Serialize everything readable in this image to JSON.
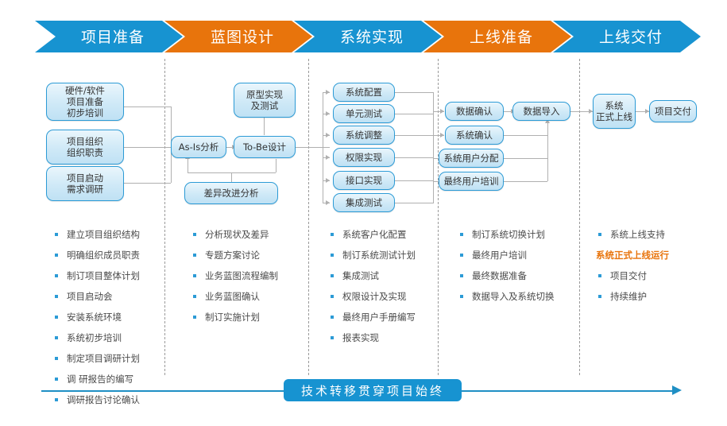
{
  "diagram": {
    "title_banner": "技术转移贯穿项目始终",
    "accent_blue": "#1793D1",
    "accent_orange": "#E8740C",
    "node_border": "#2C9BD6"
  },
  "phases": [
    {
      "label": "项目准备",
      "color": "blue"
    },
    {
      "label": "蓝图设计",
      "color": "orange"
    },
    {
      "label": "系统实现",
      "color": "blue"
    },
    {
      "label": "上线准备",
      "color": "orange"
    },
    {
      "label": "上线交付",
      "color": "blue"
    }
  ],
  "nodes": {
    "p1": [
      {
        "lines": [
          "硬件/软件",
          "项目准备",
          "初步培训"
        ]
      },
      {
        "lines": [
          "项目组织",
          "组织职责"
        ]
      },
      {
        "lines": [
          "项目启动",
          "需求调研"
        ]
      }
    ],
    "p2": [
      {
        "lines": [
          "原型实现",
          "及测试"
        ]
      },
      {
        "lines": [
          "As-Is分析"
        ]
      },
      {
        "lines": [
          "To-Be设计"
        ]
      },
      {
        "lines": [
          "差异改进分析"
        ]
      }
    ],
    "p3": [
      {
        "lines": [
          "系统配置"
        ]
      },
      {
        "lines": [
          "单元测试"
        ]
      },
      {
        "lines": [
          "系统调整"
        ]
      },
      {
        "lines": [
          "权限实现"
        ]
      },
      {
        "lines": [
          "接口实现"
        ]
      },
      {
        "lines": [
          "集成测试"
        ]
      }
    ],
    "p4": [
      {
        "lines": [
          "数据确认"
        ]
      },
      {
        "lines": [
          "系统确认"
        ]
      },
      {
        "lines": [
          "系统用户分配"
        ]
      },
      {
        "lines": [
          "最终用户培训"
        ]
      },
      {
        "lines": [
          "数据导入"
        ]
      }
    ],
    "p5": [
      {
        "lines": [
          "系统",
          "正式上线"
        ]
      },
      {
        "lines": [
          "项目交付"
        ]
      }
    ]
  },
  "bullets": {
    "col1": [
      {
        "text": "建立项目组织结构",
        "highlight": false
      },
      {
        "text": "明确组织成员职责",
        "highlight": false
      },
      {
        "text": "制订项目整体计划",
        "highlight": false
      },
      {
        "text": "项目启动会",
        "highlight": false
      },
      {
        "text": "安装系统环境",
        "highlight": false
      },
      {
        "text": "系统初步培训",
        "highlight": false
      },
      {
        "text": "制定项目调研计划",
        "highlight": false
      },
      {
        "text": "调 研报告的编写",
        "highlight": false
      },
      {
        "text": "调研报告讨论确认",
        "highlight": false
      }
    ],
    "col2": [
      {
        "text": "分析现状及差异",
        "highlight": false
      },
      {
        "text": "专题方案讨论",
        "highlight": false
      },
      {
        "text": "业务蓝图流程编制",
        "highlight": false
      },
      {
        "text": "业务蓝图确认",
        "highlight": false
      },
      {
        "text": "制订实施计划",
        "highlight": false
      }
    ],
    "col3": [
      {
        "text": "系统客户化配置",
        "highlight": false
      },
      {
        "text": "制订系统测试计划",
        "highlight": false
      },
      {
        "text": "集成测试",
        "highlight": false
      },
      {
        "text": "权限设计及实现",
        "highlight": false
      },
      {
        "text": "最终用户手册编写",
        "highlight": false
      },
      {
        "text": "报表实现",
        "highlight": false
      }
    ],
    "col4": [
      {
        "text": "制订系统切换计划",
        "highlight": false
      },
      {
        "text": "最终用户培训",
        "highlight": false
      },
      {
        "text": "最终数据准备",
        "highlight": false
      },
      {
        "text": "数据导入及系统切换",
        "highlight": false
      }
    ],
    "col5": [
      {
        "text": "系统上线支持",
        "highlight": false
      },
      {
        "text": "系统正式上线运行",
        "highlight": true
      },
      {
        "text": "项目交付",
        "highlight": false
      },
      {
        "text": "持续维护",
        "highlight": false
      }
    ]
  }
}
